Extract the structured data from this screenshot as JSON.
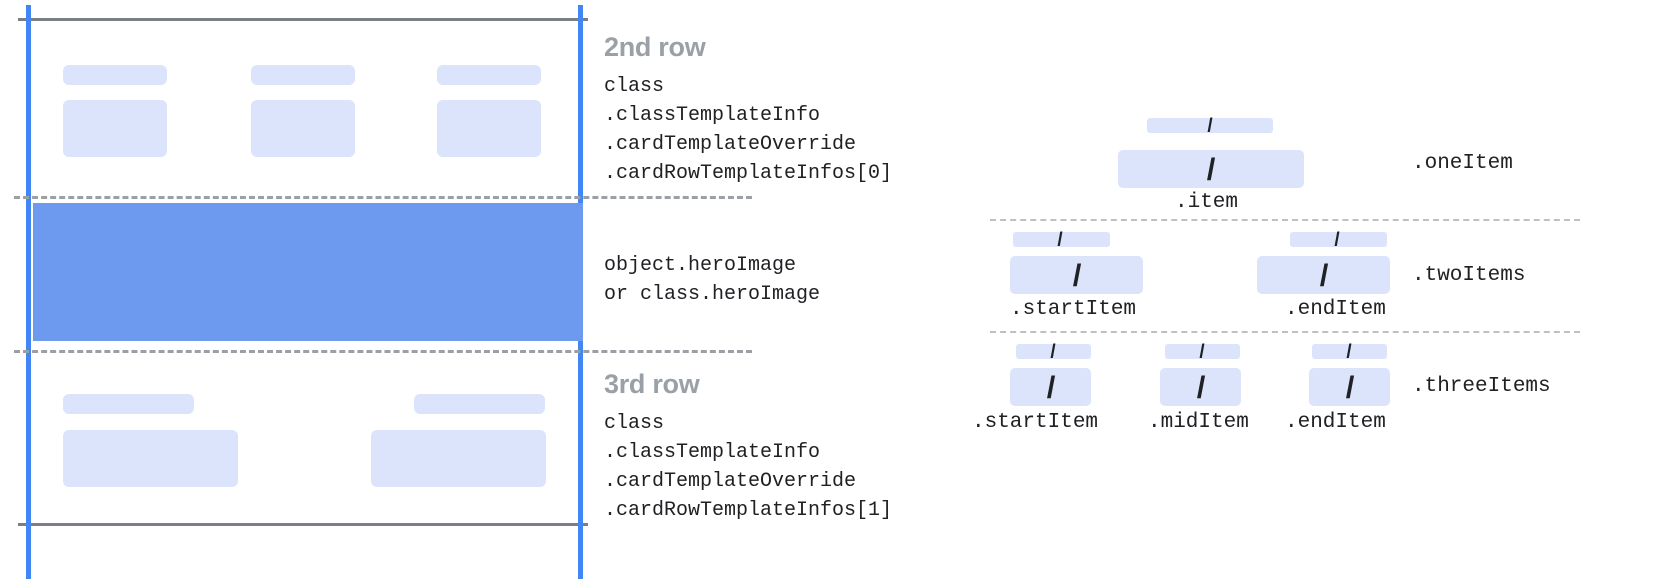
{
  "left_card": {
    "rows": [
      {
        "title": "2nd row",
        "code": "class\n.classTemplateInfo\n.cardTemplateOverride\n.cardRowTemplateInfos[0]"
      },
      {
        "title": "",
        "code": "object.heroImage\nor class.heroImage"
      },
      {
        "title": "3rd row",
        "code": "class\n.classTemplateInfo\n.cardTemplateOverride\n.cardRowTemplateInfos[1]"
      }
    ],
    "colors": {
      "placeholder": "#dbe4fb",
      "hero": "#6d9aee",
      "guide": "#4285f4",
      "rule": "#7b7f85",
      "dash": "#9aa0a6",
      "title_text": "#9aa0a6"
    }
  },
  "right_diagram": {
    "groups": [
      {
        "name": ".oneItem",
        "item_labels": [
          ".item"
        ]
      },
      {
        "name": ".twoItems",
        "item_labels": [
          ".startItem",
          ".endItem"
        ]
      },
      {
        "name": ".threeItems",
        "item_labels": [
          ".startItem",
          ".midItem",
          ".endItem"
        ]
      }
    ],
    "slash_glyph": "/",
    "colors": {
      "cell": "#dbe4fb",
      "dash": "#bdc1c6",
      "label_text": "#202124"
    }
  }
}
